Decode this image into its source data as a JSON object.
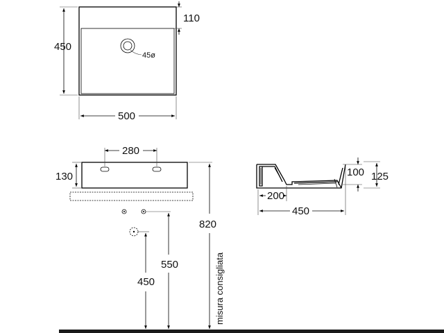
{
  "top_view": {
    "width_label": "500",
    "height_label": "450",
    "rim_label": "110",
    "hole_label": "45ø"
  },
  "front_view": {
    "tap_spacing_label": "280",
    "thickness_label": "130",
    "height_label": "820",
    "drain_label": "550",
    "waste_label": "450",
    "note_label": "misura consigliata"
  },
  "side_view": {
    "inner_height_label": "100",
    "total_height_label": "125",
    "depth_label": "200",
    "width_label": "450"
  }
}
